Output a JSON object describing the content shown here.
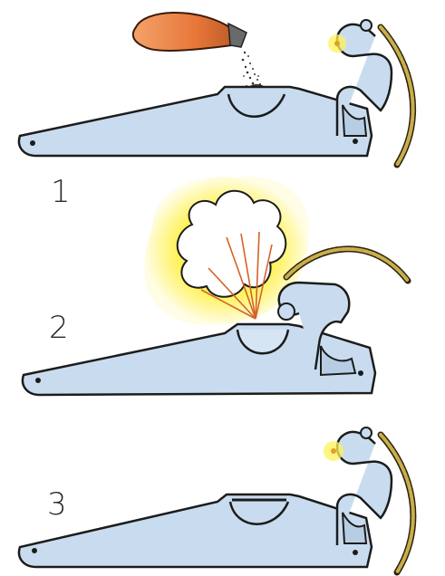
{
  "steps": [
    {
      "number": "1",
      "state": "priming-pan-with-powder"
    },
    {
      "number": "2",
      "state": "match-ignites-powder"
    },
    {
      "number": "3",
      "state": "pan-empty-match-lit"
    }
  ],
  "colors": {
    "metal": "#c9dcef",
    "metal_outline": "#1c1c1c",
    "flask": "#e8773a",
    "rope": "#b59a3a",
    "flash": "#fff25a",
    "smoke": "#ffffff"
  }
}
